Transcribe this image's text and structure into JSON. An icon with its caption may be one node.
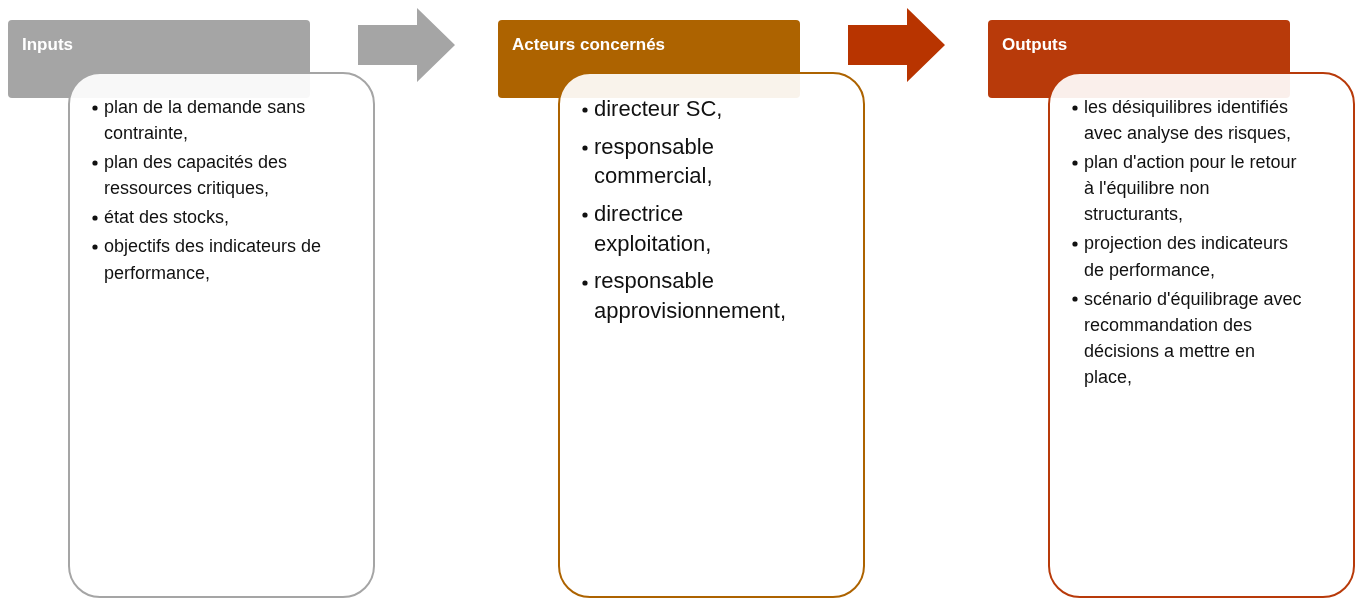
{
  "diagram": {
    "nodes": [
      {
        "text": [
          "Inputs"
        ]
      },
      {
        "text": [
          "plan de la demande sans contrainte,",
          "plan des capacités des ressources critiques,",
          "état des stocks,",
          "objectifs des indicateurs de performance,"
        ]
      },
      {
        "text": [
          "Acteurs concernés"
        ]
      },
      {
        "text": [
          "directeur SC,",
          "responsable commercial,",
          "directrice exploitation,",
          "responsable approvisionnement,"
        ]
      },
      {
        "text": [
          "Outputs"
        ]
      },
      {
        "text": [
          "les désiquilibres identifiés avec analyse des risques,",
          "plan d'action pour le retour à l'équilibre non structurants,",
          "projection des indicateurs de performance,",
          "scénario d'équilibrage avec recommandation des décisions a mettre en place,"
        ]
      }
    ],
    "edges": [
      {
        "from": 0,
        "to": 2,
        "arrow": "to",
        "style": "thick",
        "color": "#a5a5a5"
      },
      {
        "from": 2,
        "to": 4,
        "arrow": "to",
        "style": "thick",
        "color": "#b83400"
      }
    ]
  }
}
